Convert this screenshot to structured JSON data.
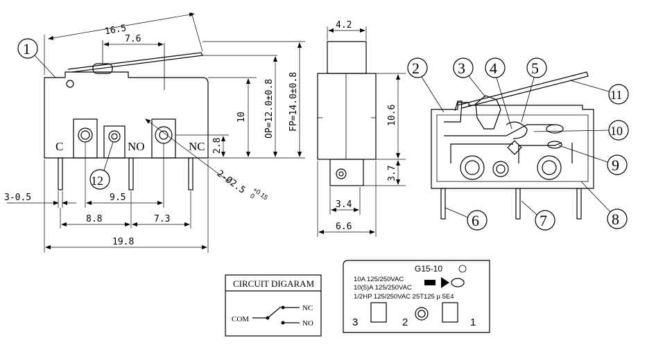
{
  "side_view": {
    "dims": {
      "lever_length": "16.5",
      "actuator_offset": "7.6",
      "op": "OP=12.0±0.8",
      "fp": "FP=14.0±0.8",
      "body_height": "10",
      "terminal_height": "2.8",
      "terminal_thickness": "3-0.5",
      "pitch_c_no": "9.5",
      "pitch_left": "8.8",
      "pitch_right": "7.3",
      "body_length": "19.8",
      "hole": "2-Ø2.5",
      "hole_tol_upper": "+0.15",
      "hole_tol_lower": "0"
    },
    "terminal_labels": {
      "c": "C",
      "no": "NO",
      "nc": "NC"
    },
    "callouts": {
      "one": "1",
      "twelve": "12"
    }
  },
  "front_view": {
    "dims": {
      "top_width": "4.2",
      "height": "10.6",
      "terminal": "3.7",
      "inner_width": "3.4",
      "width": "6.6"
    }
  },
  "section_view": {
    "callouts": [
      "2",
      "3",
      "4",
      "5",
      "6",
      "7",
      "8",
      "9",
      "10",
      "11"
    ]
  },
  "circuit": {
    "title": "CIRCUIT DIGARAM",
    "com": "COM",
    "nc": "NC",
    "no": "NO"
  },
  "label_plate": {
    "model": "G15-10",
    "line1": "10A 125/250VAC",
    "line2": "10(5)A 125/250VAC",
    "line3": "1/2HP 125/250VAC 25T125 μ 5E4",
    "pin3": "3",
    "pin2": "2",
    "pin1": "1"
  }
}
